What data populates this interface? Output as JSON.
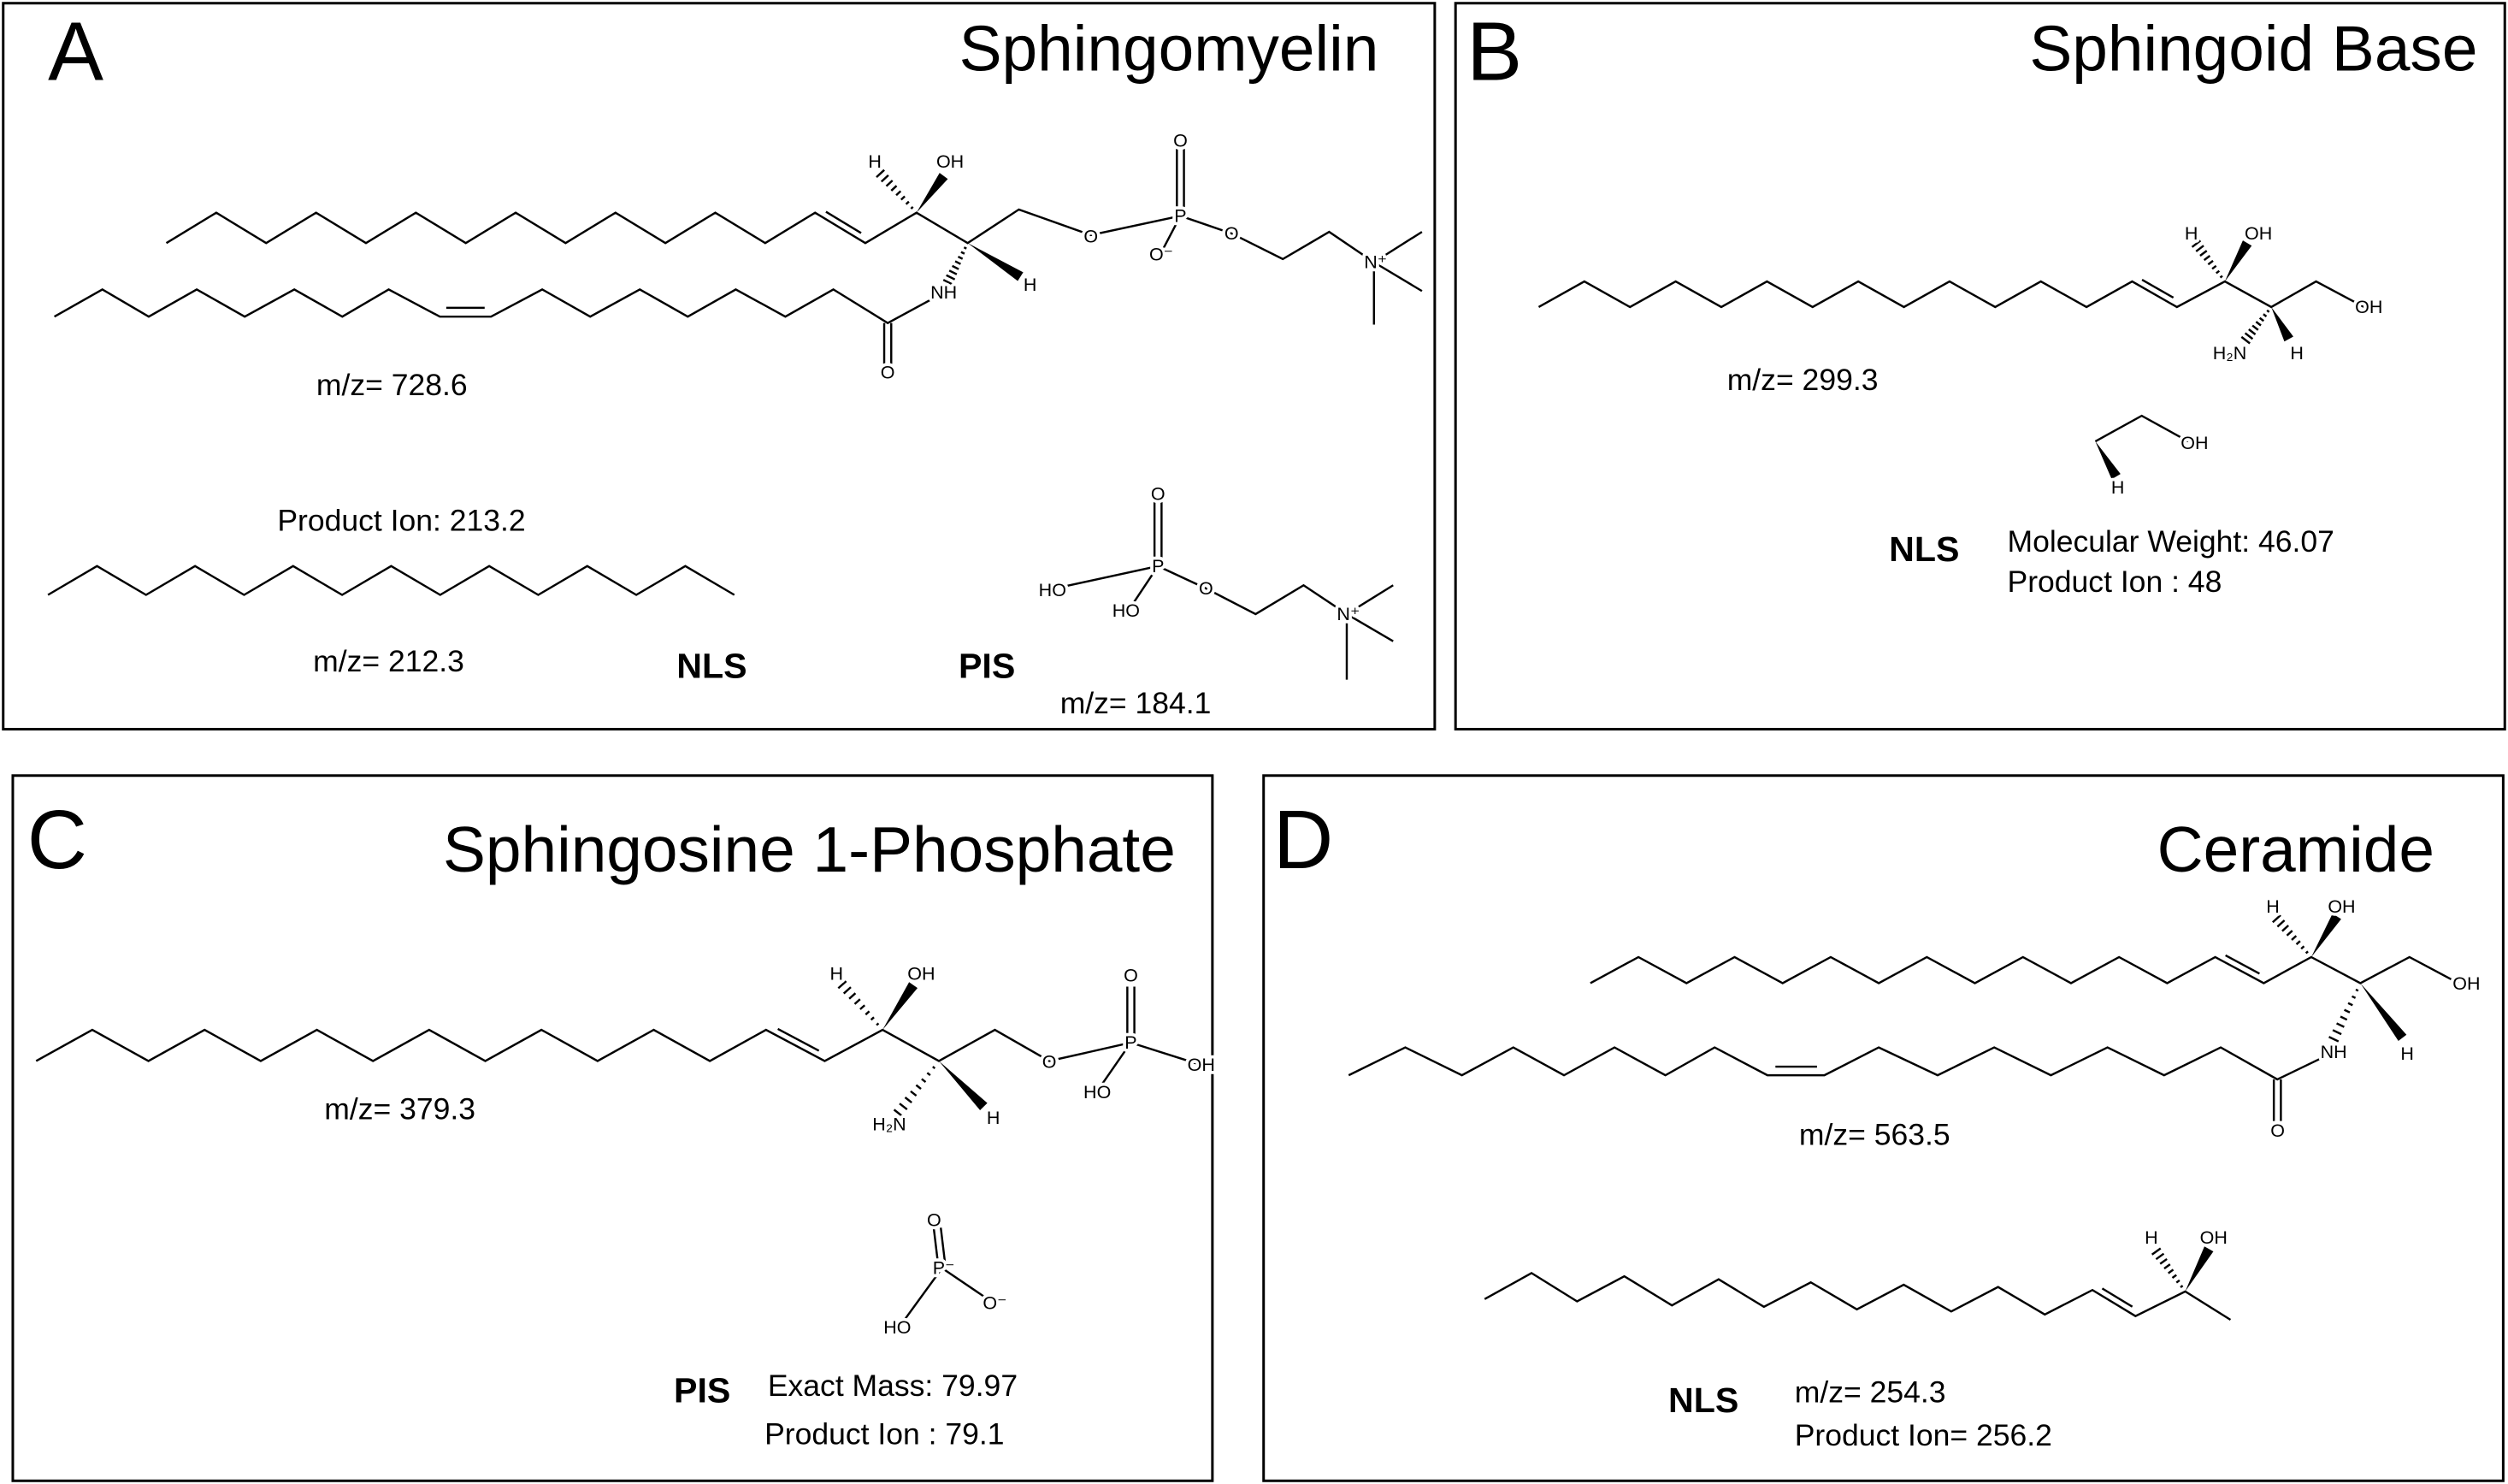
{
  "panels": {
    "A": {
      "letter": "A",
      "title": "Sphingomyelin",
      "precursor_mz": "m/z= 728.6",
      "nls_product_ion": "Product Ion: 213.2",
      "nls_fragment_mz": "m/z= 212.3",
      "nls_label": "NLS",
      "pis_label": "PIS",
      "pis_fragment_mz": "m/z= 184.1",
      "atoms": [
        "H",
        "OH",
        "O",
        "P",
        "O",
        "O⁻",
        "O",
        "N⁺",
        "NH",
        "H",
        "O",
        "O",
        "P",
        "HO",
        "HO",
        "O",
        "N⁺"
      ]
    },
    "B": {
      "letter": "B",
      "title": "Sphingoid Base",
      "precursor_mz": "m/z= 299.3",
      "nls_label": "NLS",
      "molecular_weight": "Molecular Weight: 46.07",
      "product_ion": "Product Ion : 48",
      "atoms": [
        "H",
        "OH",
        "OH",
        "H₂N",
        "H",
        "OH",
        "H"
      ]
    },
    "C": {
      "letter": "C",
      "title": "Sphingosine 1-Phosphate",
      "precursor_mz": "m/z= 379.3",
      "pis_label": "PIS",
      "exact_mass": "Exact Mass: 79.97",
      "product_ion": "Product Ion : 79.1",
      "atoms": [
        "H",
        "OH",
        "O",
        "P",
        "O",
        "OH",
        "HO",
        "H₂N",
        "H",
        "O",
        "P⁻",
        "O⁻",
        "HO"
      ]
    },
    "D": {
      "letter": "D",
      "title": "Ceramide",
      "precursor_mz": "m/z= 563.5",
      "nls_label": "NLS",
      "nls_fragment_mz": "m/z= 254.3",
      "product_ion": "Product Ion= 256.2",
      "atoms": [
        "H",
        "OH",
        "OH",
        "NH",
        "H",
        "O",
        "H",
        "OH"
      ]
    }
  }
}
